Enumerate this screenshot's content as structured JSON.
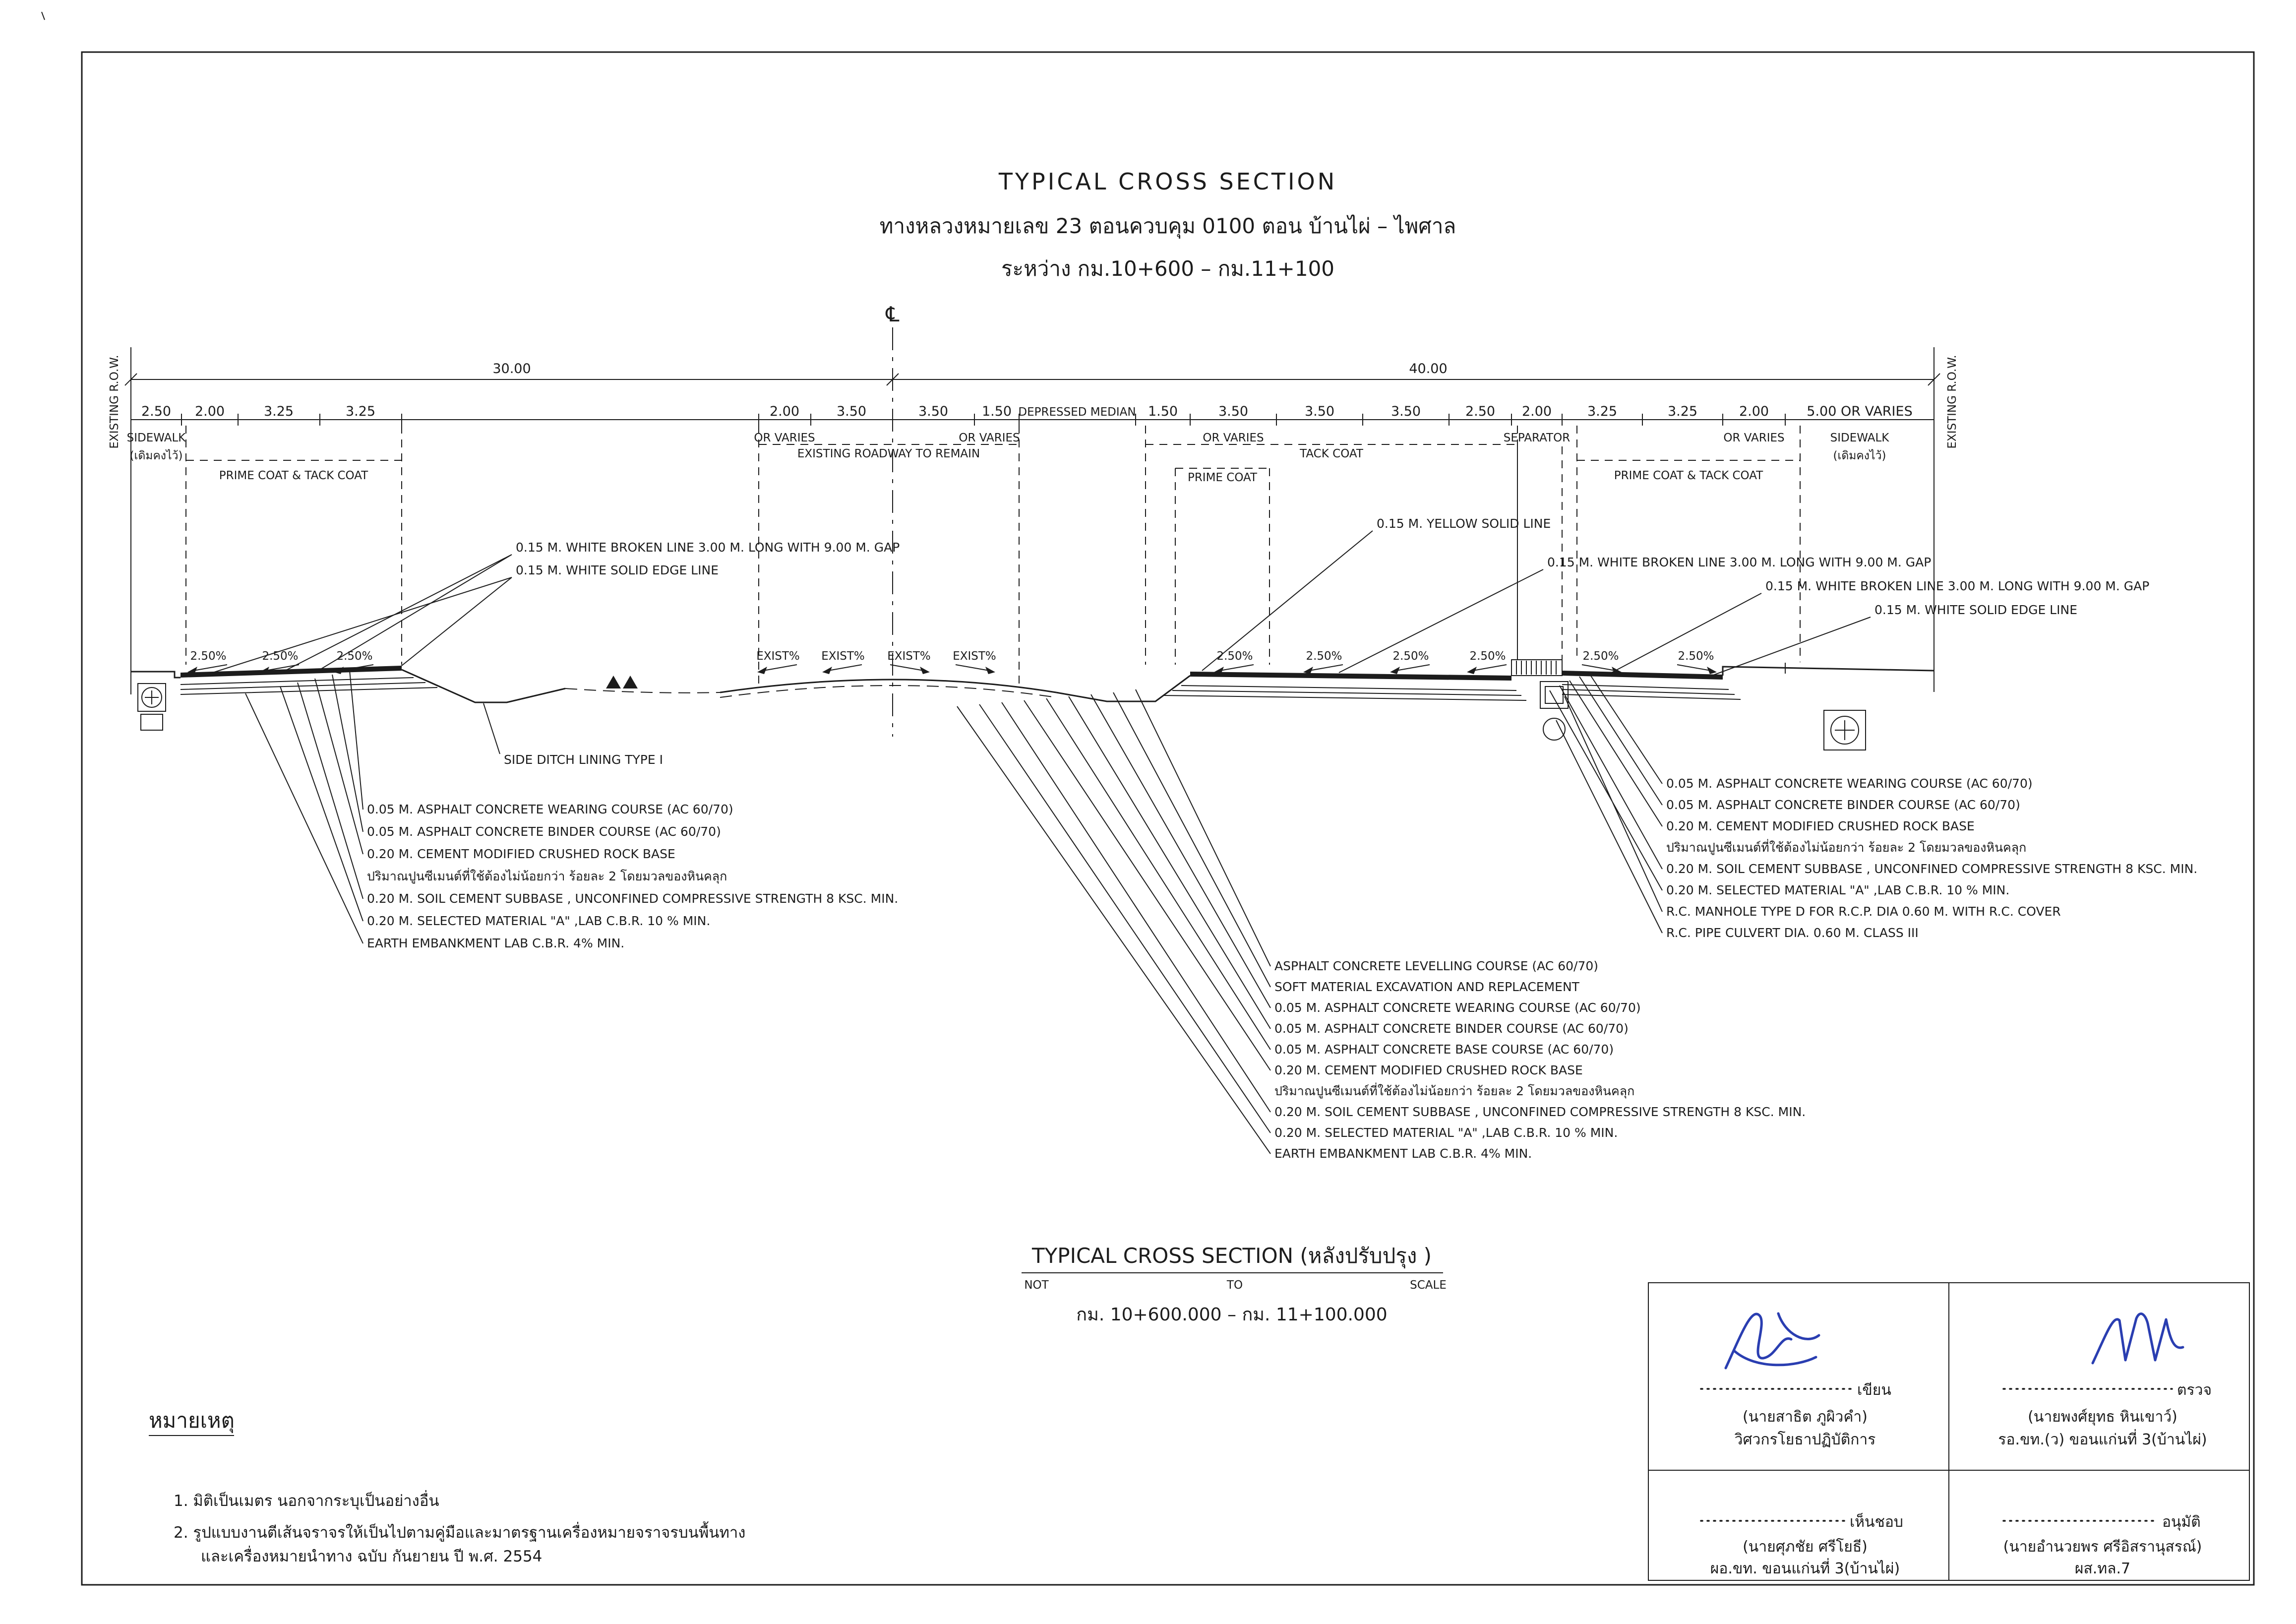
{
  "header": {
    "title": "TYPICAL  CROSS  SECTION",
    "subtitle": "ทางหลวงหมายเลข  23   ตอนควบคุม 0100   ตอน  บ้านไผ่ – ไพศาล",
    "range": "ระหว่าง   กม.10+600  –  กม.11+100"
  },
  "dims": {
    "row_label": "EXISTING R.O.W.",
    "centerline_symbol": "℄",
    "span_left": "30.00",
    "span_right": "40.00",
    "left": [
      "2.50",
      "2.00",
      "3.25",
      "3.25"
    ],
    "mid": [
      "2.00",
      "3.50",
      "3.50",
      "1.50",
      "1.50"
    ],
    "median": "DEPRESSED MEDIAN",
    "right": [
      "3.50",
      "3.50",
      "3.50",
      "2.50",
      "2.00",
      "3.25",
      "3.25",
      "2.00",
      "5.00 OR VARIES"
    ]
  },
  "zone_labels": {
    "sidewalk": "SIDEWALK",
    "sidewalk_thai": "(เดิมคงไว้)",
    "or_varies": "OR VARIES",
    "existing_roadway": "EXISTING ROADWAY TO REMAIN",
    "tack_coat": "TACK COAT",
    "prime_coat": "PRIME COAT",
    "prime_tack": "PRIME COAT & TACK COAT",
    "separator": "SEPARATOR"
  },
  "slopes": {
    "new": "2.50%",
    "exist": "EXIST%"
  },
  "markings": {
    "white_broken": "0.15 M. WHITE BROKEN LINE 3.00 M. LONG WITH 9.00 M. GAP",
    "white_solid": "0.15 M. WHITE SOLID EDGE LINE",
    "yellow_solid": "0.15 M. YELLOW SOLID LINE",
    "side_ditch": "SIDE DITCH LINING TYPE I"
  },
  "callouts": {
    "left": [
      "0.05 M. ASPHALT CONCRETE WEARING COURSE (AC 60/70)",
      "0.05 M. ASPHALT CONCRETE BINDER COURSE (AC 60/70)",
      "0.20 M. CEMENT MODIFIED CRUSHED ROCK BASE",
      "ปริมาณปูนซีเมนต์ที่ใช้ต้องไม่น้อยกว่า ร้อยละ 2 โดยมวลของหินคลุก",
      "0.20 M. SOIL CEMENT SUBBASE , UNCONFINED COMPRESSIVE STRENGTH 8 KSC. MIN.",
      "0.20 M. SELECTED MATERIAL \"A\" ,LAB C.B.R. 10 % MIN.",
      "EARTH EMBANKMENT LAB C.B.R. 4% MIN."
    ],
    "right": [
      "0.05 M. ASPHALT CONCRETE WEARING COURSE (AC 60/70)",
      "0.05 M. ASPHALT CONCRETE BINDER COURSE (AC 60/70)",
      "0.20 M. CEMENT MODIFIED CRUSHED ROCK BASE",
      "ปริมาณปูนซีเมนต์ที่ใช้ต้องไม่น้อยกว่า ร้อยละ 2 โดยมวลของหินคลุก",
      "0.20 M. SOIL CEMENT SUBBASE , UNCONFINED COMPRESSIVE STRENGTH 8 KSC. MIN.",
      "0.20 M. SELECTED MATERIAL \"A\" ,LAB C.B.R. 10 % MIN.",
      "R.C. MANHOLE TYPE D FOR R.C.P. DIA 0.60 M. WITH R.C. COVER",
      "R.C. PIPE CULVERT DIA. 0.60 M. CLASS III"
    ],
    "center": [
      "ASPHALT CONCRETE LEVELLING COURSE (AC 60/70)",
      "SOFT MATERIAL EXCAVATION AND REPLACEMENT",
      "0.05 M. ASPHALT CONCRETE WEARING COURSE (AC 60/70)",
      "0.05 M. ASPHALT CONCRETE BINDER COURSE (AC 60/70)",
      "0.05 M. ASPHALT CONCRETE BASE COURSE (AC 60/70)",
      "0.20 M. CEMENT MODIFIED CRUSHED ROCK BASE",
      "ปริมาณปูนซีเมนต์ที่ใช้ต้องไม่น้อยกว่า ร้อยละ 2 โดยมวลของหินคลุก",
      "0.20 M. SOIL CEMENT SUBBASE , UNCONFINED COMPRESSIVE STRENGTH 8 KSC. MIN.",
      "0.20 M. SELECTED MATERIAL \"A\" ,LAB C.B.R. 10 % MIN.",
      "EARTH EMBANKMENT LAB C.B.R. 4% MIN."
    ]
  },
  "footer": {
    "title": "TYPICAL  CROSS  SECTION  (หลังปรับปรุง )",
    "nts": [
      "NOT",
      "TO",
      "SCALE"
    ],
    "range": "กม.  10+600.000  –  กม.  11+100.000"
  },
  "notes": {
    "heading": "หมายเหตุ",
    "line1": "1.  มิติเป็นเมตร  นอกจากระบุเป็นอย่างอื่น",
    "line2": "2.  รูปแบบงานตีเส้นจราจรให้เป็นไปตามคู่มือและมาตรฐานเครื่องหมายจราจรบนพื้นทาง",
    "line3": "และเครื่องหมายนำทาง ฉบับ กันยายน ปี พ.ศ. 2554"
  },
  "signatures": {
    "drawn": {
      "action": "เขียน",
      "name": "(นายสาธิต  ภูผิวคำ)",
      "title": "วิศวกรโยธาปฏิบัติการ"
    },
    "checked": {
      "action": "ตรวจ",
      "name": "(นายพงศ์ยุทธ  หินเขาว์)",
      "title": "รอ.ขท.(ว) ขอนแก่นที่ 3(บ้านไผ่)"
    },
    "agreed": {
      "action": "เห็นชอบ",
      "name": "(นายศุภชัย  ศรีโยธี)",
      "title": "ผอ.ขท. ขอนแก่นที่ 3(บ้านไผ่)"
    },
    "approved": {
      "action": "อนุมัติ",
      "name": "(นายอำนวยพร ศรีอิสรานุสรณ์)",
      "title": "ผส.ทล.7"
    }
  },
  "colors": {
    "ink": "#1c1c1c",
    "signature_blue": "#2a3eb1",
    "paper": "#ffffff"
  }
}
